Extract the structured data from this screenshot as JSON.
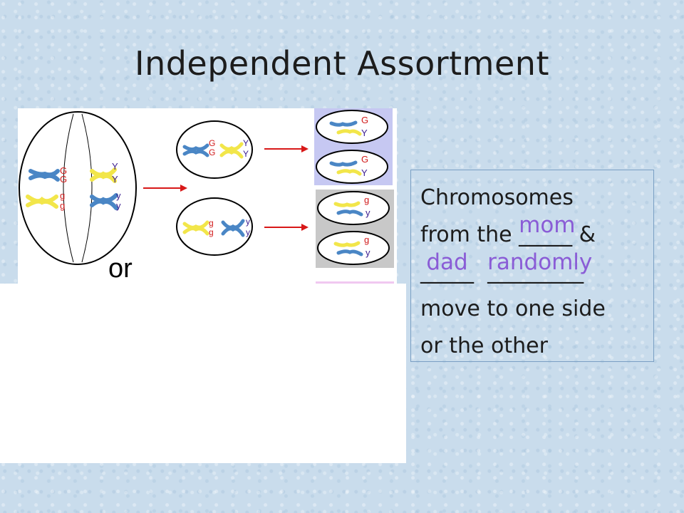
{
  "slide": {
    "title": "Independent Assortment"
  },
  "figure": {
    "parent_cell": {
      "labels_top_left": [
        "G",
        "G"
      ],
      "labels_top_right": [
        "Y",
        "Y"
      ],
      "labels_bottom_left": [
        "g",
        "g"
      ],
      "labels_bottom_right": [
        "y",
        "y"
      ]
    },
    "cell_a": {
      "left": [
        "G",
        "G"
      ],
      "right": [
        "Y",
        "Y"
      ]
    },
    "cell_b": {
      "left": [
        "g",
        "g"
      ],
      "right": [
        "y",
        "y"
      ]
    },
    "gametes_a": [
      {
        "top": "G",
        "bottom": "Y"
      },
      {
        "top": "G",
        "bottom": "Y"
      }
    ],
    "gametes_b": [
      {
        "top": "g",
        "bottom": "y"
      },
      {
        "top": "g",
        "bottom": "y"
      }
    ],
    "or_label": "or",
    "colors": {
      "chrom_blue": "#4a86c5",
      "chrom_yellow": "#f2e64a",
      "label_red": "#d11a1a",
      "label_purple": "#3b1d8f",
      "arrow_red": "#d81818",
      "panel_purple": "#c6c8f2",
      "panel_gray": "#c8c8c8"
    }
  },
  "notes": {
    "line1": "Chromosomes",
    "line2_prefix": "from the ",
    "blank1": "_____",
    "fill1": "mom",
    "line2_suffix": " &",
    "blank2": "_____",
    "fill2": "dad",
    "blank3": "_________",
    "fill3": "randomly",
    "line4": "move to one side",
    "line5": "or the other"
  }
}
